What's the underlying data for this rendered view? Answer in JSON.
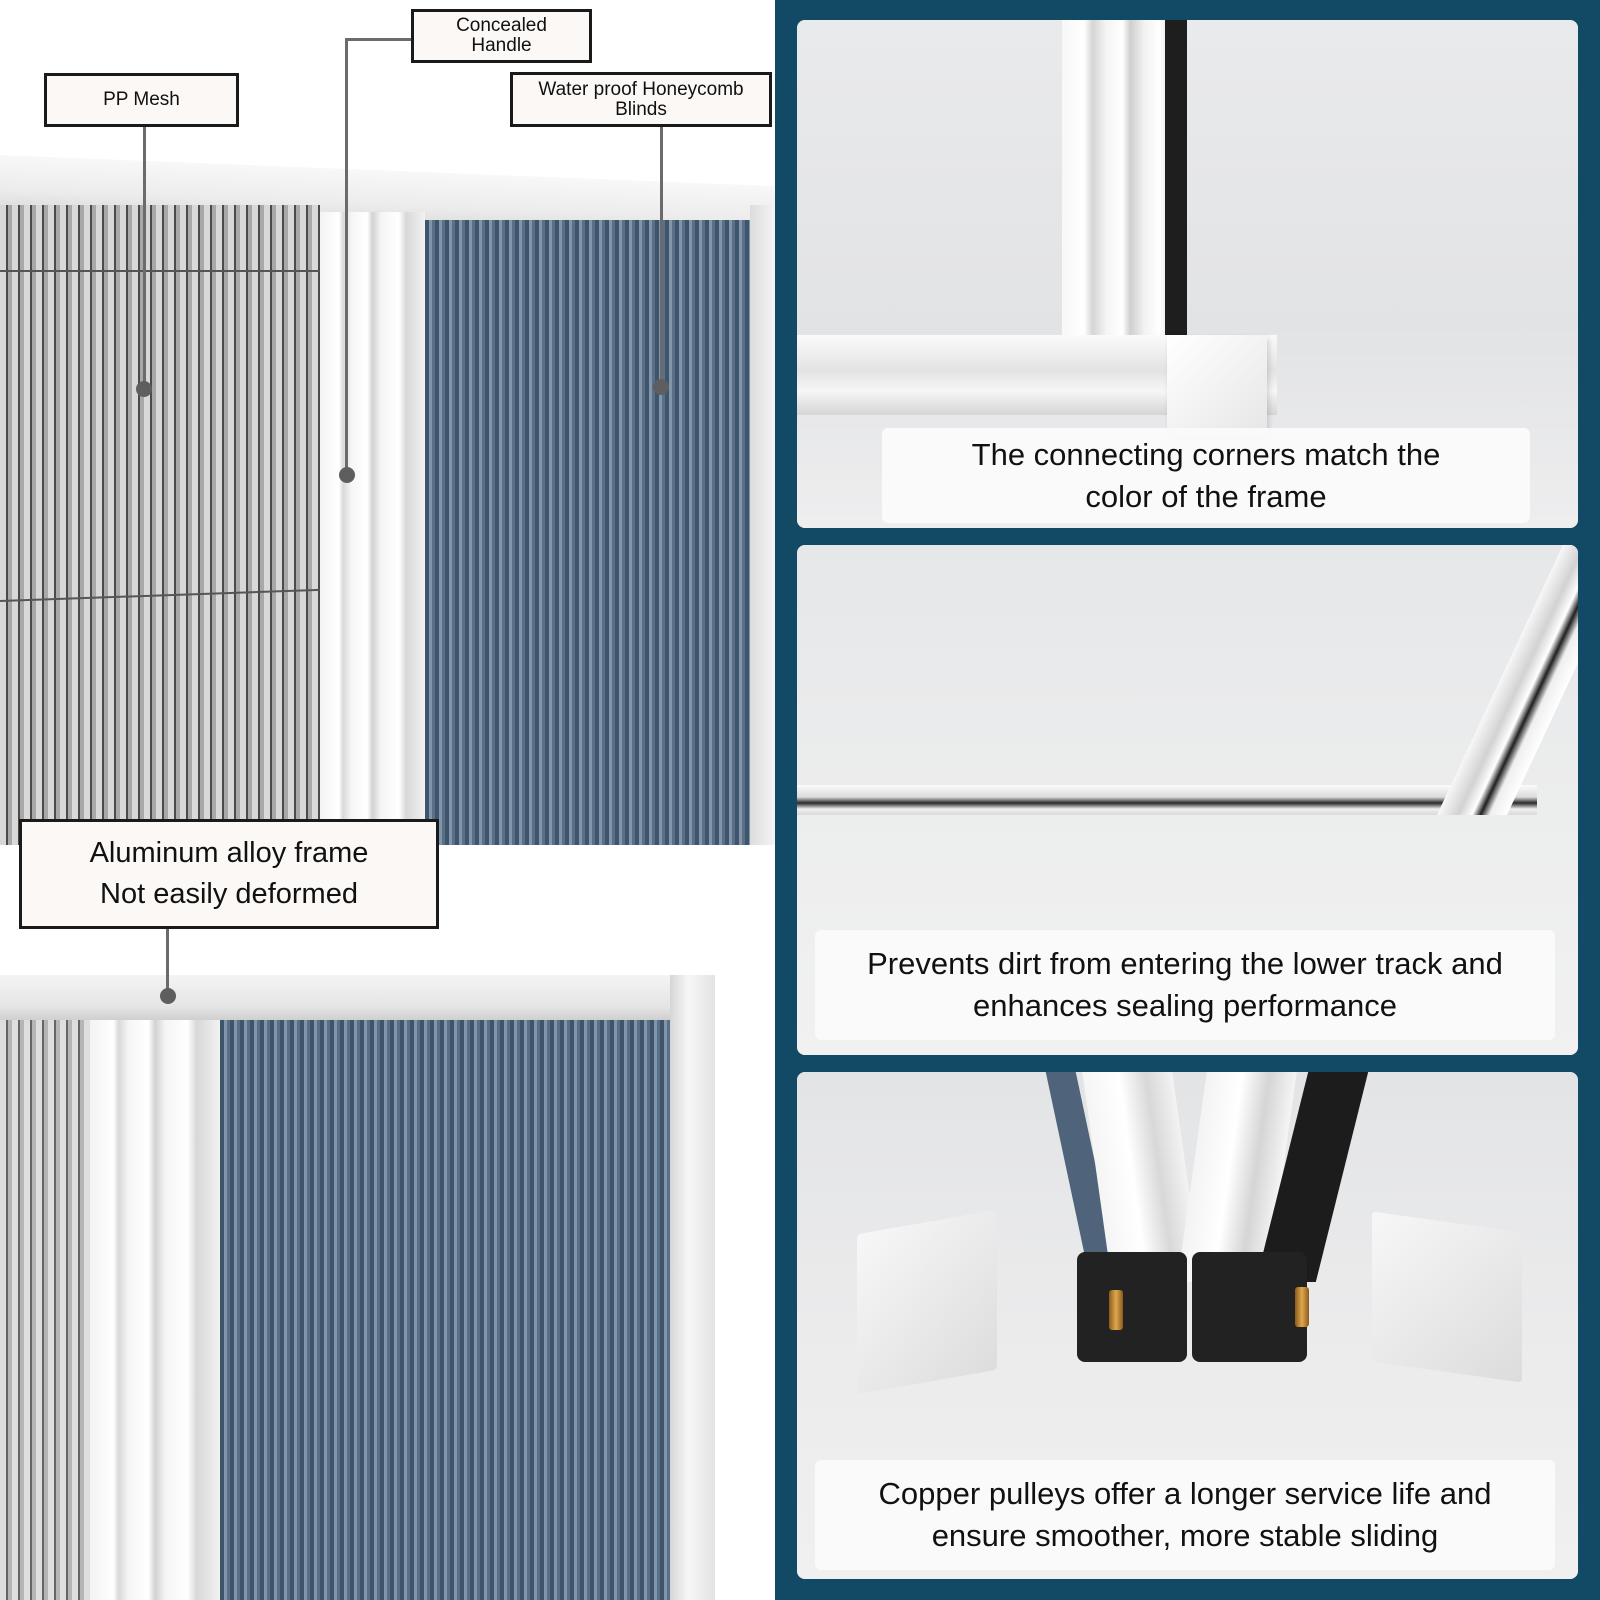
{
  "callouts": {
    "pp_mesh": "PP Mesh",
    "concealed_handle": [
      "Concealed",
      "Handle"
    ],
    "honeycomb": [
      "Water proof Honeycomb",
      "Blinds"
    ],
    "aluminum": [
      "Aluminum alloy frame",
      "Not easily deformed"
    ]
  },
  "panels": [
    {
      "caption": [
        "The connecting corners match the",
        "color of the frame"
      ]
    },
    {
      "caption": [
        "Prevents dirt from entering the lower track and",
        "enhances sealing performance"
      ]
    },
    {
      "caption": [
        "Copper pulleys offer a longer service life and",
        "ensure smoother, more stable sliding"
      ]
    }
  ],
  "colors": {
    "right_background": "#124a66",
    "blind_blue": "#4f647b",
    "frame_white": "#f4f4f4"
  }
}
